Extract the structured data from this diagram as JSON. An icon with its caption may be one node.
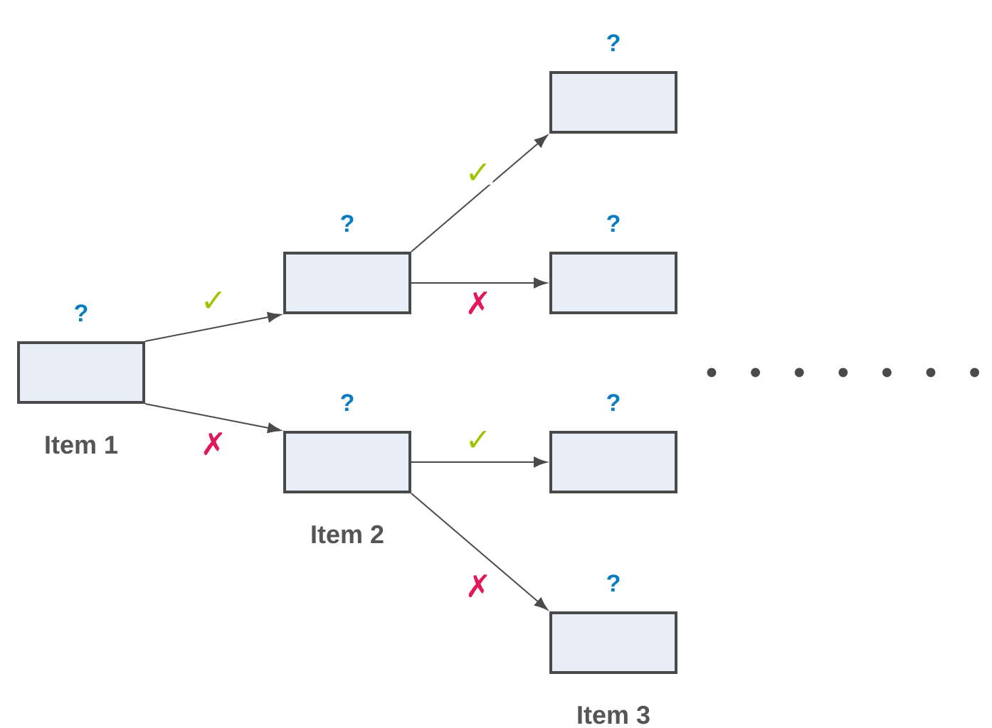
{
  "diagram": {
    "nodes": [
      {
        "text": [
          "?"
        ],
        "beside": [
          "Item 1"
        ]
      },
      {
        "text": [
          "?"
        ]
      },
      {
        "text": [
          "?"
        ],
        "beside": [
          "Item 2"
        ]
      },
      {
        "text": [
          "?"
        ]
      },
      {
        "text": [
          "?"
        ]
      },
      {
        "text": [
          "?"
        ]
      },
      {
        "text": [
          "?"
        ],
        "beside": [
          "Item 3"
        ]
      }
    ],
    "edges": [
      {
        "from": 0,
        "to": 1,
        "arrow": "to",
        "label": "✓"
      },
      {
        "from": 0,
        "to": 2,
        "arrow": "to",
        "label": "✗"
      },
      {
        "from": 1,
        "to": 3,
        "arrow": "to",
        "label": "✓"
      },
      {
        "from": 1,
        "to": 4,
        "arrow": "to",
        "label": "✗"
      },
      {
        "from": 2,
        "to": 5,
        "arrow": "to",
        "label": "✓"
      },
      {
        "from": 2,
        "to": 6,
        "arrow": "to",
        "label": "✗"
      }
    ]
  }
}
